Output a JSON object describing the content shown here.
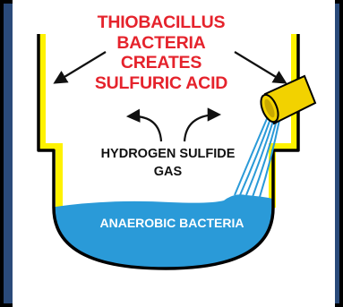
{
  "labels": {
    "title_lines": [
      "THIOBACILLUS",
      "BACTERIA",
      "CREATES",
      "SULFURIC ACID"
    ],
    "gas_lines": [
      "HYDROGEN SULFIDE",
      "GAS"
    ],
    "water": "ANAEROBIC BACTERIA"
  },
  "colors": {
    "background": "#000000",
    "frame": "#2a4a7a",
    "panel": "#ffffff",
    "tank_wall": "#000000",
    "acid_coating": "#fff200",
    "pipe": "#f2d200",
    "water": "#2a9ad8",
    "title_text": "#e5232c",
    "gas_text": "#111111",
    "water_text": "#ffffff"
  },
  "icons": [
    "arrow-left-down-icon",
    "arrow-right-down-icon",
    "curved-arrow-left-icon",
    "curved-arrow-right-icon",
    "inflow-pipe-icon"
  ]
}
